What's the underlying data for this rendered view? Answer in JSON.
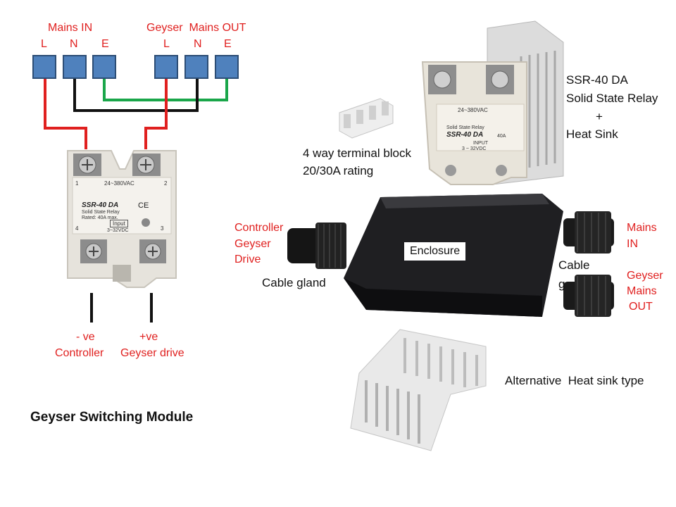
{
  "colors": {
    "wire_live": "#e0201f",
    "wire_neutral": "#111111",
    "wire_earth": "#1aa64a",
    "terminal_fill": "#4f81bd",
    "label_red": "#e0201f"
  },
  "mains_in": {
    "title": "Mains IN",
    "pins": [
      "L",
      "N",
      "E"
    ]
  },
  "geyser_out": {
    "title": "Geyser  Mains OUT",
    "pins": [
      "L",
      "N",
      "E"
    ]
  },
  "ssr_module": {
    "model": "SSR-40 DA",
    "type": "Solid State Relay",
    "rating": "Rated: 40A max.",
    "voltage_ac": "24~380VAC",
    "input": "Input",
    "voltage_dc": "3~32VDC",
    "ce": "CE",
    "pins": [
      "1",
      "2",
      "3",
      "4"
    ],
    "neg_label_1": "- ve",
    "neg_label_2": "Controller",
    "pos_label_1": "+ve",
    "pos_label_2": "Geyser drive"
  },
  "module_title": "Geyser Switching Module",
  "terminal_block": {
    "line1": "4 way terminal block",
    "line2": "20/30A rating"
  },
  "ssr_heatsink": {
    "line1": "SSR-40 DA",
    "line2": "Solid State Relay",
    "line3": "+",
    "line4": "Heat Sink",
    "photo_model": "SSR-40 DA",
    "photo_rating": "40A",
    "photo_type": "Solid State Relay",
    "photo_ac": "24~380VAC",
    "photo_input": "INPUT",
    "photo_dc": "3 ~ 32VDC"
  },
  "enclosure": {
    "label": "Enclosure"
  },
  "left_gland": {
    "line1": "Controller",
    "line2": "Geyser",
    "line3": "Drive",
    "caption": "Cable gland"
  },
  "right_glands": {
    "top_line1": "Mains",
    "top_line2": "IN",
    "caption": "Cable",
    "caption_partial": "g",
    "bottom_line1": "Geyser",
    "bottom_line2": "Mains",
    "bottom_line3": "OUT"
  },
  "alt_heatsink": {
    "caption": "Alternative  Heat sink type"
  }
}
